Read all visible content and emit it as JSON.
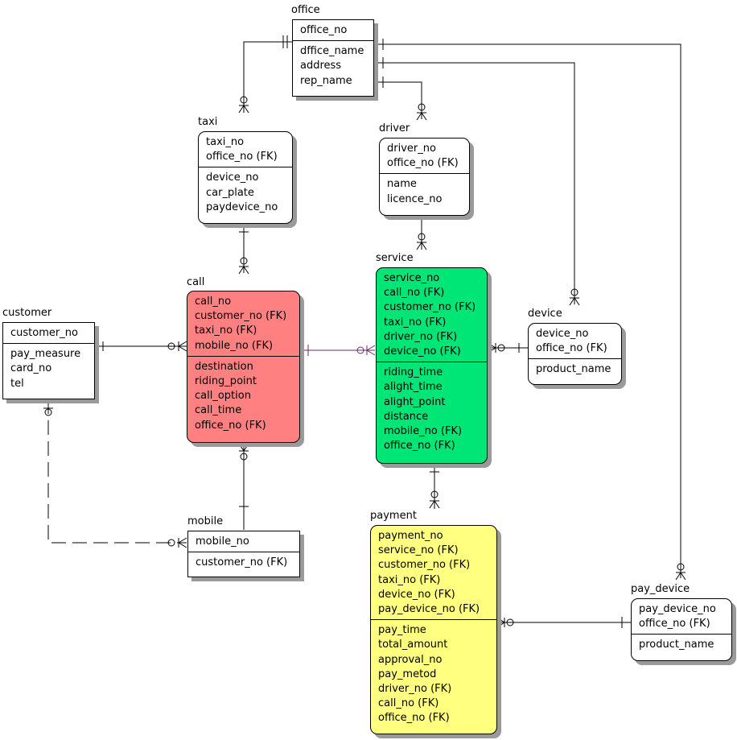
{
  "entities": {
    "office": {
      "title": "office",
      "keys": [
        "office_no"
      ],
      "attrs": [
        "dffice_name",
        "address",
        "rep_name"
      ]
    },
    "taxi": {
      "title": "taxi",
      "keys": [
        "taxi_no",
        "office_no (FK)"
      ],
      "attrs": [
        "device_no",
        "car_plate",
        "paydevice_no"
      ]
    },
    "driver": {
      "title": "driver",
      "keys": [
        "driver_no",
        "office_no (FK)"
      ],
      "attrs": [
        "name",
        "licence_no"
      ]
    },
    "customer": {
      "title": "customer",
      "keys": [
        "customer_no"
      ],
      "attrs": [
        "pay_measure",
        "card_no",
        "tel"
      ]
    },
    "call": {
      "title": "call",
      "color": "#ff8080",
      "keys": [
        "call_no",
        "customer_no (FK)",
        "taxi_no (FK)",
        "mobile_no (FK)"
      ],
      "attrs": [
        "destination",
        "riding_point",
        "call_option",
        "call_time",
        "office_no (FK)"
      ]
    },
    "service": {
      "title": "service",
      "color": "#00e676",
      "keys": [
        "service_no",
        "call_no (FK)",
        "customer_no (FK)",
        "taxi_no (FK)",
        "driver_no (FK)",
        "device_no (FK)"
      ],
      "attrs": [
        "riding_time",
        "alight_time",
        "alight_point",
        "distance",
        "mobile_no (FK)",
        "office_no (FK)"
      ]
    },
    "device": {
      "title": "device",
      "keys": [
        "device_no",
        "office_no (FK)"
      ],
      "attrs": [
        "product_name"
      ]
    },
    "mobile": {
      "title": "mobile",
      "keys": [
        "mobile_no"
      ],
      "attrs": [
        "customer_no (FK)"
      ]
    },
    "payment": {
      "title": "payment",
      "color": "#ffff80",
      "keys": [
        "payment_no",
        "service_no (FK)",
        "customer_no (FK)",
        "taxi_no (FK)",
        "device_no (FK)",
        "pay_device_no (FK)"
      ],
      "attrs": [
        "pay_time",
        "total_amount",
        "approval_no",
        "pay_metod",
        "driver_no (FK)",
        "call_no (FK)",
        "office_no (FK)"
      ]
    },
    "pay_device": {
      "title": "pay_device",
      "keys": [
        "pay_device_no",
        "office_no (FK)"
      ],
      "attrs": [
        "product_name"
      ]
    }
  },
  "relationship_line_color": "#000000",
  "highlight_line_color": "#6a2a6a"
}
